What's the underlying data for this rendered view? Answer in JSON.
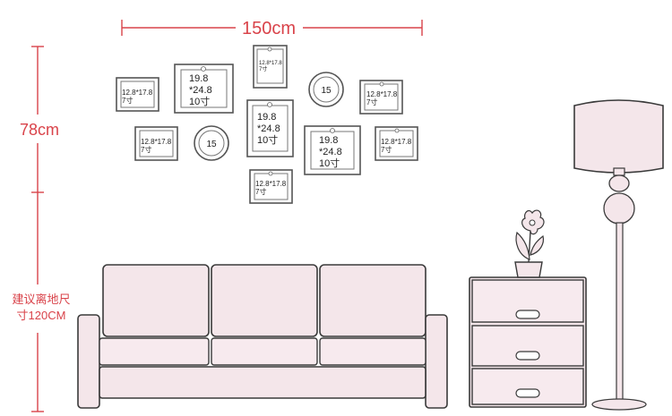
{
  "dimensions": {
    "width_label": "150cm",
    "height_label": "78cm",
    "floor_label_line1": "建议离地尺",
    "floor_label_line2": "寸120CM"
  },
  "frames": {
    "small_lines": [
      "12.8*17.8",
      "7寸"
    ],
    "medium_lines": [
      "19.8",
      "*24.8",
      "10寸"
    ],
    "round_label": "15"
  },
  "colors": {
    "dimension": "#d9434a",
    "furniture_fill": "#f4e6ea",
    "outline": "#3a3a3a"
  }
}
